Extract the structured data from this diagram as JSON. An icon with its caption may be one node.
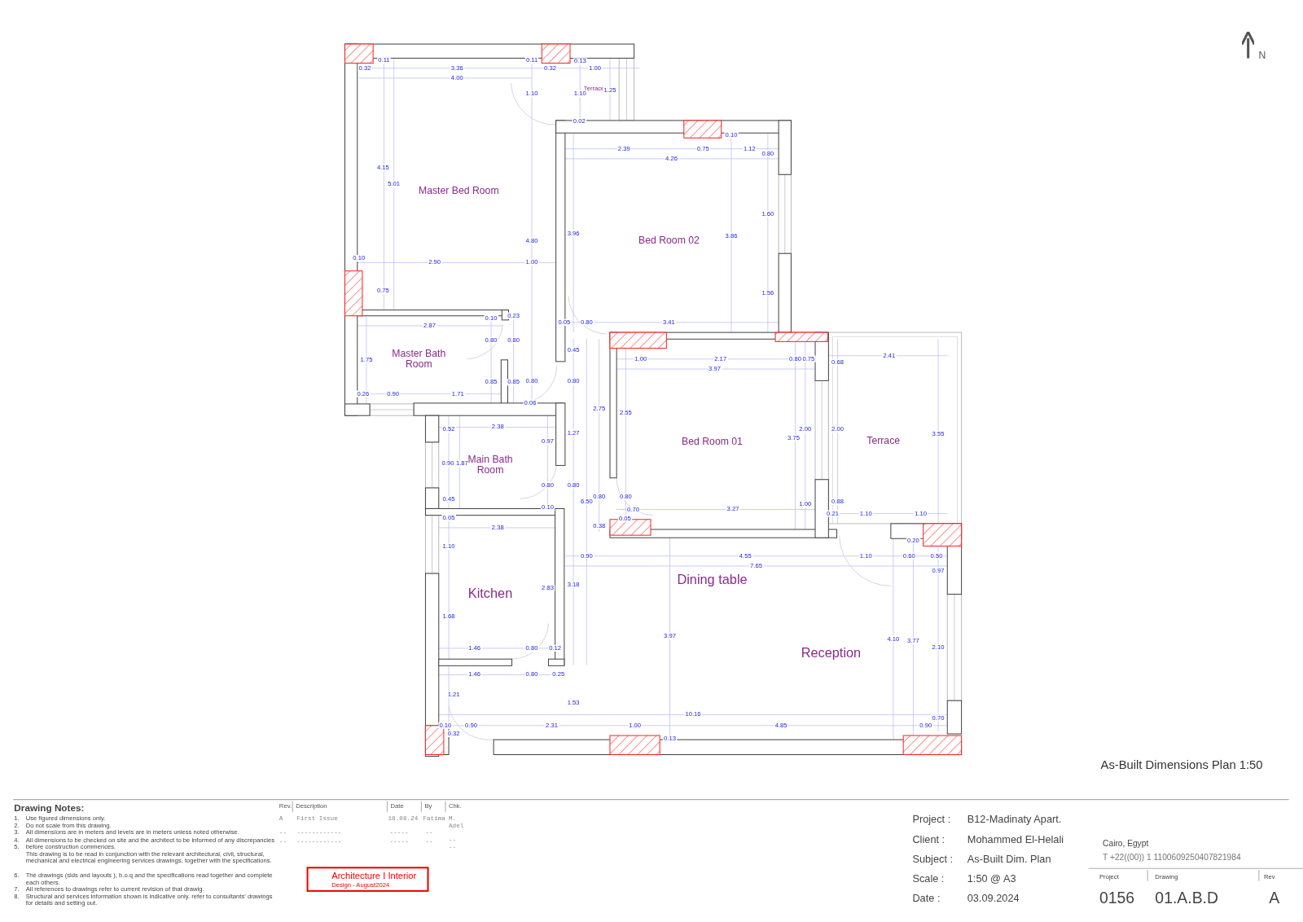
{
  "diagram": {
    "nodes": [
      {
        "text": [
          "Architecture I Interior",
          "Design - August2024"
        ]
      }
    ],
    "labels": [
      "0.11",
      "0.11",
      "0.13",
      "0.32",
      "3.36",
      "0.32",
      "1.00",
      "4.00",
      "Terrace",
      "1.25",
      "1.10",
      "1.10",
      "0.02",
      "0.10",
      "2.39",
      "0.75",
      "1.12",
      "0.80",
      "4.26",
      "4.15",
      "5.01",
      "Master Bed Room",
      "1.60",
      "3.96",
      "3.86",
      "Bed Room 02",
      "4.80",
      "0.10",
      "2.90",
      "1.00",
      "0.75",
      "1.56",
      "0.23",
      "0.10",
      "0.05",
      "0.80",
      "3.41",
      "2.87",
      "0.80",
      "0.80",
      "0.45",
      "1.75",
      "Master Bath Room",
      "1.00",
      "2.17",
      "0.80",
      "0.75",
      "0.68",
      "2.41",
      "3.97",
      "0.85",
      "0.85",
      "0.80",
      "0.80",
      "0.26",
      "0.90",
      "1.71",
      "0.06",
      "2.75",
      "2.55",
      "0.52",
      "2.38",
      "2.00",
      "2.00",
      "1.27",
      "3.55",
      "3.75",
      "0.97",
      "Bed Room 01",
      "Terrace",
      "0.90",
      "1.87",
      "Main Bath Room",
      "0.80",
      "0.80",
      "0.80",
      "0.80",
      "0.45",
      "6.50",
      "0.88",
      "1.00",
      "0.10",
      "0.70",
      "3.27",
      "0.21",
      "1.10",
      "1.10",
      "0.05",
      "0.05",
      "0.38",
      "2.38",
      "0.20",
      "1.10",
      "0.90",
      "4.55",
      "1.10",
      "0.60",
      "0.50",
      "7.65",
      "0.97",
      "Dining table",
      "3.18",
      "2.83",
      "Kitchen",
      "1.68",
      "3.97",
      "4.10",
      "3.77",
      "1.46",
      "0.80",
      "0.12",
      "Reception",
      "2.10",
      "1.46",
      "0.80",
      "0.25",
      "1.21",
      "1.53",
      "10.16",
      "0.70",
      "0.10",
      "0.90",
      "2.31",
      "1.00",
      "4.85",
      "0.90",
      "0.32",
      "0.13",
      "N",
      "As-Built Dimensions Plan 1:50",
      "Drawing Notes:",
      "1.",
      "Use figured dimensions only.",
      "2.",
      "Do not scale from this drawing.",
      "3.",
      "All dimensions are in meters and levels are in meters unless noted otherwise.",
      "4.",
      "All dimensions to be checked on site and the architect to be informed of any discrepancies before construction commences.",
      "5.",
      "This drawing is to be read in conjunction with the relevant architectural, civil, structural, mechanical and electrical engineering services drawings, together with the specifications.",
      "6.",
      "The drawings (slds and layouts ), b.o.q and the specifications read together and complete each others.",
      "7.",
      "All references to drawings refer to current revision of that drawig.",
      "8.",
      "Structural and services information shown is indicative only. refer to consultants' drawings for details and setting out.",
      "Rev.",
      "Description",
      "Date",
      "By",
      "Chk.",
      "A",
      "First Issue",
      "18.08.24",
      "Fatima",
      "M. Adel",
      "--",
      "------------",
      "-----",
      "--",
      "--",
      "--",
      "------------",
      "-----",
      "--",
      "--",
      "Project :",
      "B12-Madinaty Apart.",
      "Client :",
      "Mohammed El-Helali",
      "Subject :",
      "As-Built Dim. Plan",
      "Scale :",
      "1:50 @ A3",
      "Date :",
      "03.09.2024",
      "Cairo, Egypt",
      "T +22((00)) 1 1100609250407821984",
      "Project",
      "Drawing",
      "Rev",
      "0156",
      "01.A.B.D",
      "A"
    ]
  }
}
